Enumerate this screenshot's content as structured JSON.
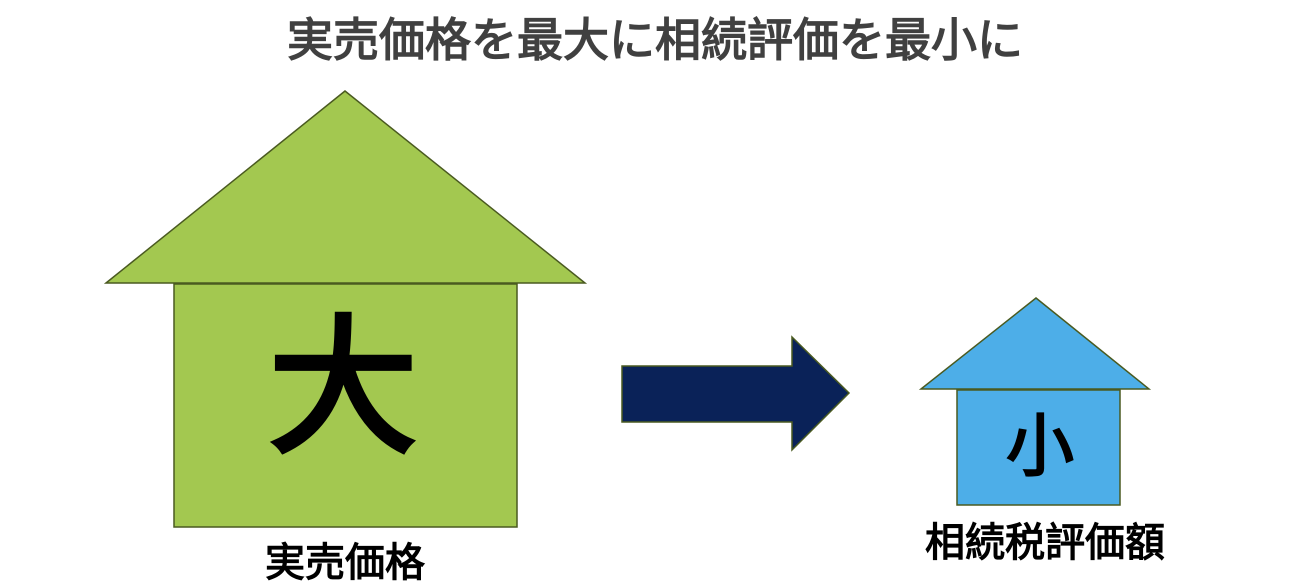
{
  "title": "実売価格を最大に相続評価を最小に",
  "large_house": {
    "inner_label": "大",
    "caption": "実売価格"
  },
  "small_house": {
    "inner_label": "小",
    "caption": "相続税評価額"
  },
  "colors": {
    "large_house": "#a3c850",
    "small_house": "#4daee8",
    "arrow": "#0a2258",
    "outline": "#4a5a20",
    "title": "#404040"
  }
}
